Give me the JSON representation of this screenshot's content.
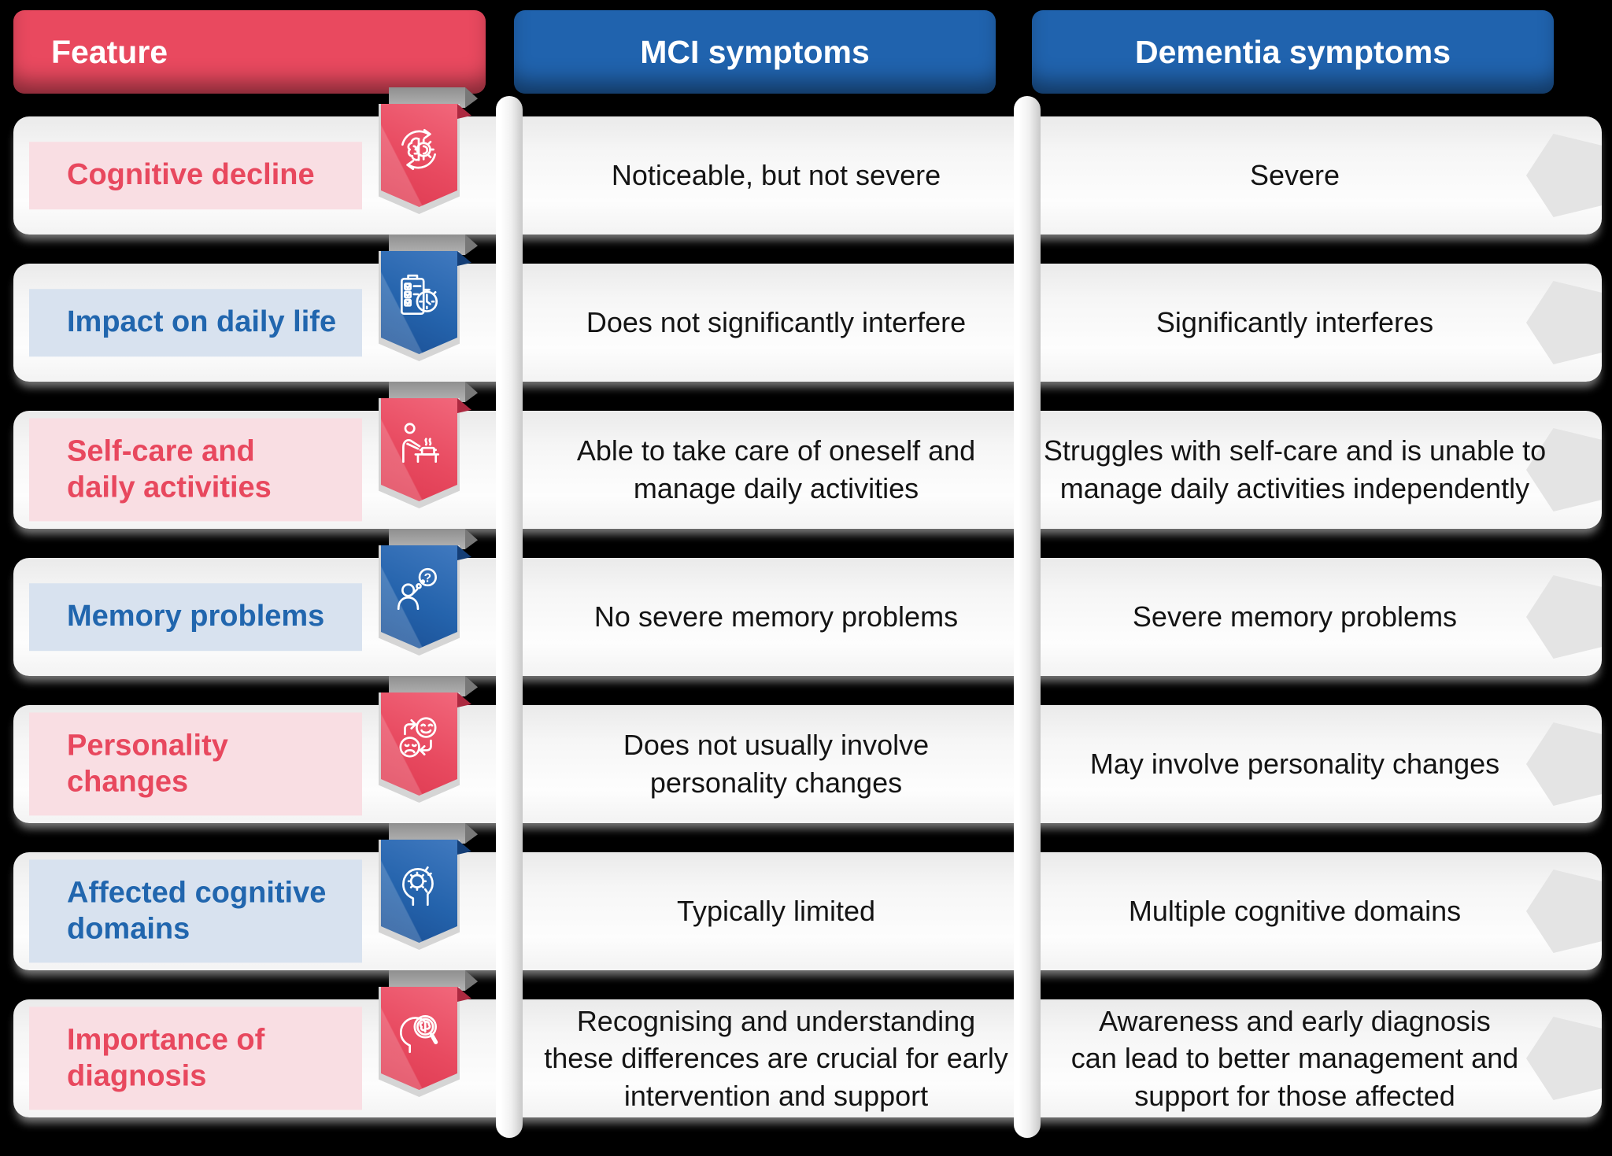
{
  "header": {
    "feature_label": "Feature",
    "mci_label": "MCI symptoms",
    "dementia_label": "Dementia symptoms"
  },
  "colors": {
    "accent_red": "#E9495F",
    "accent_blue": "#2063AE",
    "label_bg_red": "#F9DEE3",
    "label_bg_blue": "#D8E2EF",
    "card_bg": "#F5F5F5",
    "body_text": "#141414"
  },
  "rows": [
    {
      "theme": "red",
      "icon": "brain-gear-cycle-icon",
      "feature": "Cognitive decline",
      "mci": "Noticeable, but not severe",
      "dementia": "Severe"
    },
    {
      "theme": "blue",
      "icon": "checklist-stopwatch-icon",
      "feature": "Impact on daily life",
      "mci": "Does not significantly interfere",
      "dementia": "Significantly interferes"
    },
    {
      "theme": "red",
      "icon": "self-care-cooking-icon",
      "feature": "Self-care and\ndaily activities",
      "mci": "Able to take care of oneself and\nmanage daily activities",
      "dementia": "Struggles with self-care and is unable to\nmanage daily activities independently"
    },
    {
      "theme": "blue",
      "icon": "memory-question-icon",
      "feature": "Memory problems",
      "mci": "No severe memory problems",
      "dementia": "Severe memory problems"
    },
    {
      "theme": "red",
      "icon": "personality-faces-icon",
      "feature": "Personality changes",
      "mci": "Does not usually involve\npersonality changes",
      "dementia": "May involve personality changes"
    },
    {
      "theme": "blue",
      "icon": "head-gear-domains-icon",
      "feature": "Affected cognitive\ndomains",
      "mci": "Typically limited",
      "dementia": "Multiple cognitive domains"
    },
    {
      "theme": "red",
      "icon": "head-magnifier-diagnosis-icon",
      "feature": "Importance of\ndiagnosis",
      "mci": "Recognising and understanding\nthese differences are crucial for early\nintervention and support",
      "dementia": "Awareness and early diagnosis\ncan lead to better management and\nsupport for those affected"
    }
  ]
}
